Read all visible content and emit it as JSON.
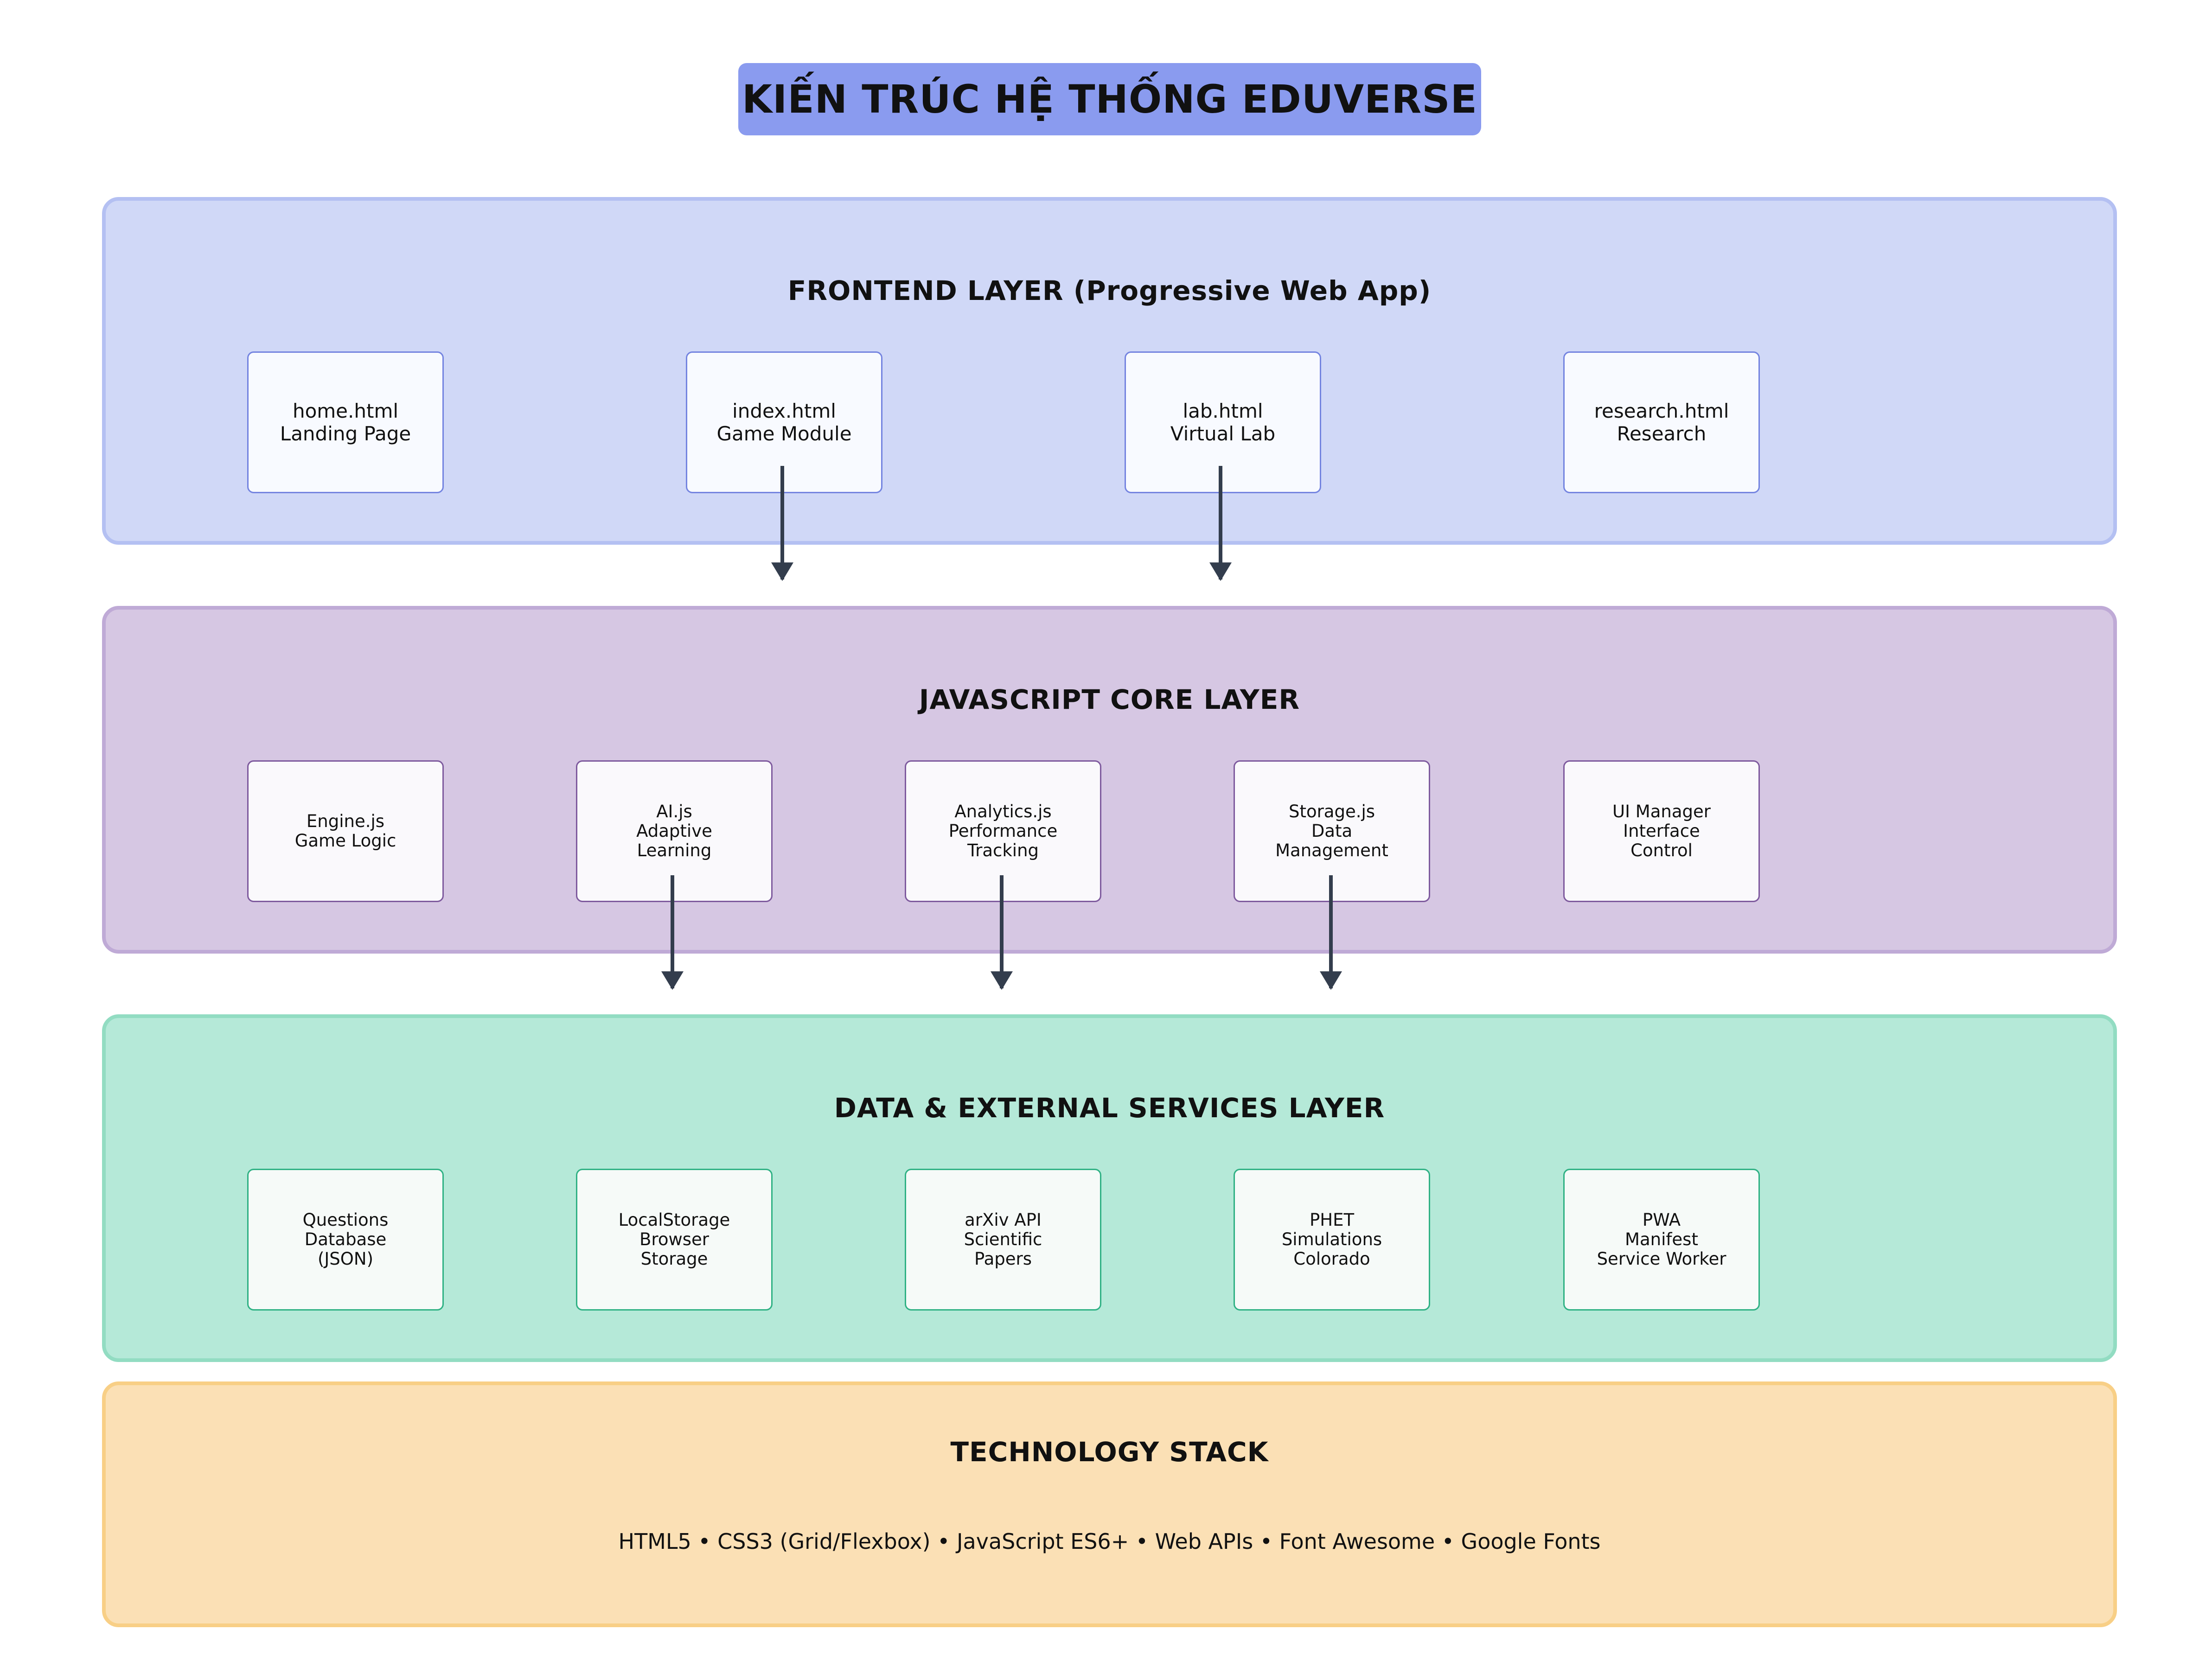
{
  "title": "KIẾN TRÚC HỆ THỐNG EDUVERSE",
  "colors": {
    "title_bg": "#8a9bef",
    "frontend_bg": "#d0d8f7",
    "frontend_border": "#b4c0f2",
    "frontend_card_border": "#7484e0",
    "js_bg": "#d6c7e3",
    "js_border": "#bfaad6",
    "js_card_border": "#7e5a9e",
    "data_bg": "#b5e9d8",
    "data_border": "#92dcc2",
    "data_card_border": "#2fb184",
    "tech_bg": "#fbe0b5",
    "tech_border": "#f8cf86",
    "arrow": "#333d4d"
  },
  "layers": {
    "frontend": {
      "title": "FRONTEND LAYER (Progressive Web App)",
      "cards": [
        {
          "line1": "home.html",
          "line2": "Landing Page"
        },
        {
          "line1": "index.html",
          "line2": "Game Module"
        },
        {
          "line1": "lab.html",
          "line2": "Virtual Lab"
        },
        {
          "line1": "research.html",
          "line2": "Research"
        }
      ]
    },
    "js_core": {
      "title": "JAVASCRIPT CORE LAYER",
      "cards": [
        {
          "line1": "Engine.js",
          "line2": "Game Logic",
          "line3": ""
        },
        {
          "line1": "AI.js",
          "line2": "Adaptive",
          "line3": "Learning"
        },
        {
          "line1": "Analytics.js",
          "line2": "Performance",
          "line3": "Tracking"
        },
        {
          "line1": "Storage.js",
          "line2": "Data",
          "line3": "Management"
        },
        {
          "line1": "UI Manager",
          "line2": "Interface",
          "line3": "Control"
        }
      ]
    },
    "data": {
      "title": "DATA & EXTERNAL SERVICES LAYER",
      "cards": [
        {
          "line1": "Questions",
          "line2": "Database",
          "line3": "(JSON)"
        },
        {
          "line1": "LocalStorage",
          "line2": "Browser",
          "line3": "Storage"
        },
        {
          "line1": "arXiv API",
          "line2": "Scientific",
          "line3": "Papers"
        },
        {
          "line1": "PHET",
          "line2": "Simulations",
          "line3": "Colorado"
        },
        {
          "line1": "PWA",
          "line2": "Manifest",
          "line3": "Service Worker"
        }
      ]
    },
    "tech": {
      "title": "TECHNOLOGY STACK",
      "text": "HTML5 • CSS3 (Grid/Flexbox) • JavaScript ES6+ • Web APIs • Font Awesome • Google Fonts"
    }
  }
}
